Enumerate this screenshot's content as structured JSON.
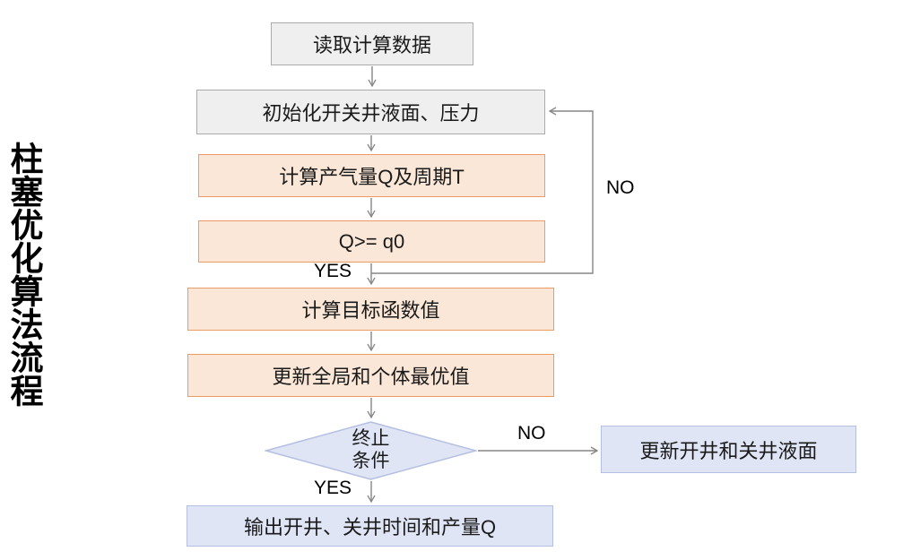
{
  "title": "柱塞优化算法流程",
  "flowchart": {
    "nodes": {
      "read_data": {
        "label": "读取计算数据",
        "type": "start",
        "shape": "rect"
      },
      "init": {
        "label": "初始化开关井液面、压力",
        "type": "process",
        "shape": "rect"
      },
      "calc_q": {
        "label": "计算产气量Q及周期T",
        "type": "process",
        "shape": "rect"
      },
      "cond_q": {
        "label": "Q>= q0",
        "type": "decision",
        "shape": "rect"
      },
      "calc_obj": {
        "label": "计算目标函数值",
        "type": "process",
        "shape": "rect"
      },
      "update_best": {
        "label": "更新全局和个体最优值",
        "type": "process",
        "shape": "rect"
      },
      "terminate": {
        "label_line1": "终止",
        "label_line2": "条件",
        "type": "decision",
        "shape": "diamond"
      },
      "update_level": {
        "label": "更新开井和关井液面",
        "type": "process",
        "shape": "rect"
      },
      "output": {
        "label": "输出开井、关井时间和产量Q",
        "type": "end",
        "shape": "rect"
      }
    },
    "edge_labels": {
      "yes_q": "YES",
      "no_loop": "NO",
      "no_terminate": "NO",
      "yes_terminate": "YES"
    },
    "edges": [
      "read_data -> init",
      "init -> calc_q",
      "calc_q -> cond_q",
      "cond_q -> calc_obj (YES)",
      "cond_q -> init (NO, right-side loop)",
      "calc_obj -> update_best",
      "update_best -> terminate",
      "terminate -> update_level (NO)",
      "terminate -> output (YES)"
    ]
  },
  "colors": {
    "background": "#ffffff",
    "gray_fill": "#efefef",
    "gray_border": "#ababab",
    "peach_fill": "#fbe7d7",
    "peach_border": "#ec9c63",
    "lavender_fill": "#dfe5f5",
    "lavender_border": "#b4bfe2",
    "connector": "#868686",
    "text": "#1a1a1a"
  }
}
